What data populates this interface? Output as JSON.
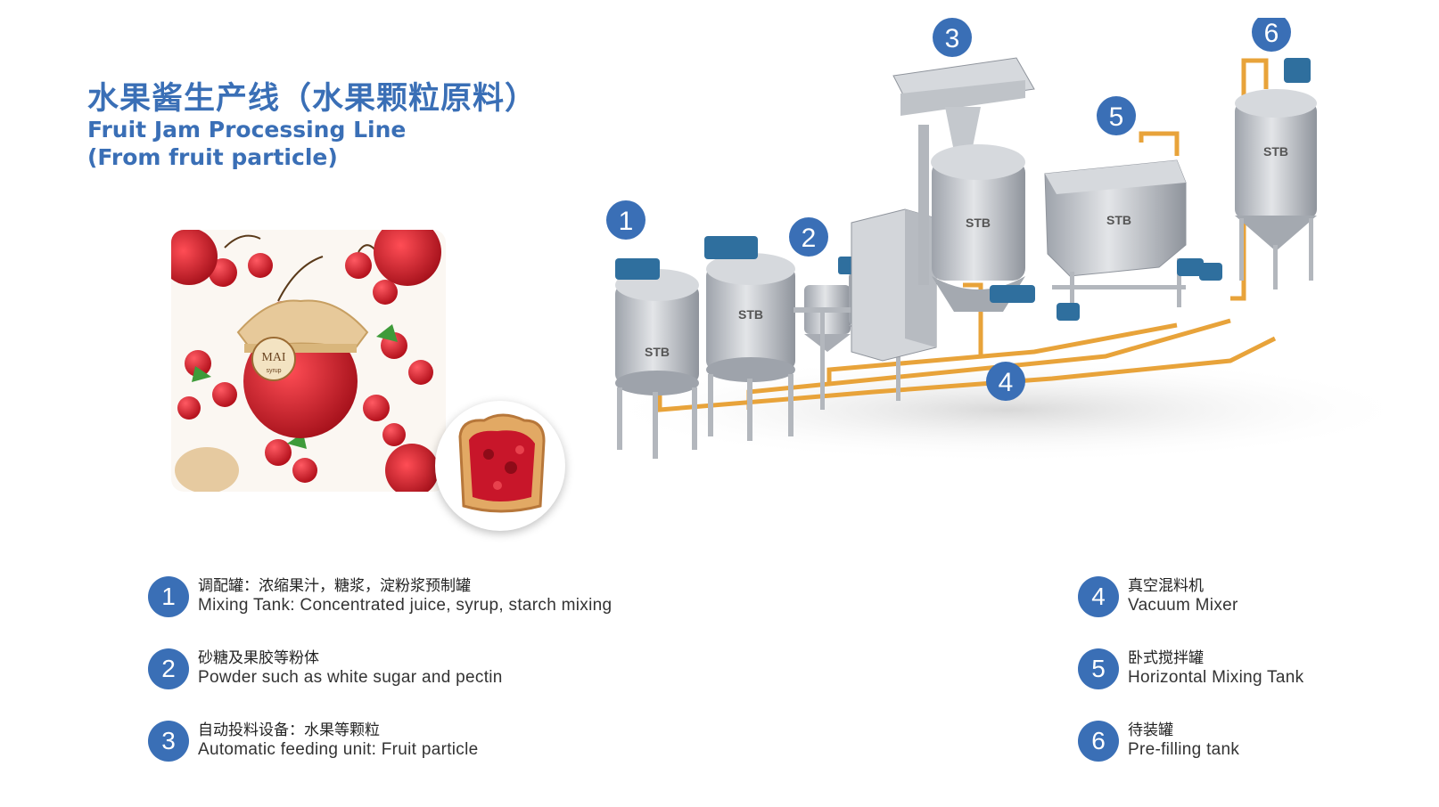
{
  "title": {
    "cn": "水果酱生产线（水果颗粒原料）",
    "en_line1": "Fruit Jam Processing Line",
    "en_line2": "(From fruit particle)"
  },
  "jar_label": {
    "brand": "MAI",
    "sub": "syrup"
  },
  "tank_logo": "STB",
  "colors": {
    "accent": "#3a6fb6",
    "pipe": "#e8a33a",
    "steel": "#c9ccd2",
    "cherry": "#d81e2c"
  },
  "diagram_badges": [
    "1",
    "2",
    "3",
    "4",
    "5",
    "6"
  ],
  "legend": [
    {
      "num": "1",
      "cn": "调配罐：浓缩果汁，糖浆，淀粉浆预制罐",
      "en": "Mixing Tank: Concentrated juice, syrup, starch mixing"
    },
    {
      "num": "2",
      "cn": "砂糖及果胶等粉体",
      "en": "Powder such as white sugar and pectin"
    },
    {
      "num": "3",
      "cn": "自动投料设备：水果等颗粒",
      "en": "Automatic feeding unit: Fruit particle"
    },
    {
      "num": "4",
      "cn": "真空混料机",
      "en": "Vacuum Mixer"
    },
    {
      "num": "5",
      "cn": "卧式搅拌罐",
      "en": "Horizontal Mixing Tank"
    },
    {
      "num": "6",
      "cn": "待装罐",
      "en": "Pre-filling tank"
    }
  ]
}
